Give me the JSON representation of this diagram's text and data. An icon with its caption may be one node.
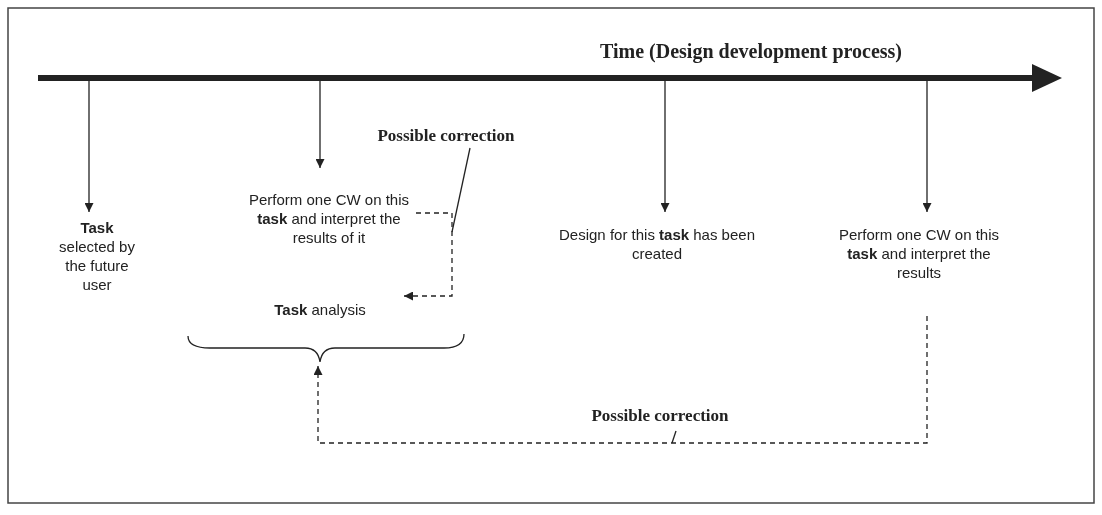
{
  "diagram": {
    "nodes": [
      {
        "text": [
          "**Task** selected by the future user"
        ]
      },
      {
        "text": [
          "Perform one CW on this **task** and interpret the results of it"
        ]
      },
      {
        "text": [
          "**Task** analysis"
        ]
      },
      {
        "text": [
          "Design for this **task** has been created"
        ]
      },
      {
        "text": [
          "Perform one CW on this **task** and interpret the results"
        ]
      },
      {
        "text": [
          "Possible correction"
        ]
      },
      {
        "text": [
          "Possible correction"
        ]
      }
    ],
    "edges": [
      {
        "from": null,
        "to": 0,
        "arrow": "to"
      },
      {
        "from": null,
        "to": 1,
        "arrow": "to"
      },
      {
        "from": null,
        "to": 3,
        "arrow": "to"
      },
      {
        "from": null,
        "to": 4,
        "arrow": "to"
      },
      {
        "from": 1,
        "to": 2,
        "arrow": "to",
        "style": "dashed"
      },
      {
        "from": 4,
        "to": 2,
        "arrow": "to",
        "style": "dashed"
      },
      {
        "from": 5,
        "to": null,
        "arrow": "none"
      },
      {
        "from": 6,
        "to": null,
        "arrow": "none"
      }
    ],
    "labels": [
      "Time (Design development process)"
    ]
  }
}
